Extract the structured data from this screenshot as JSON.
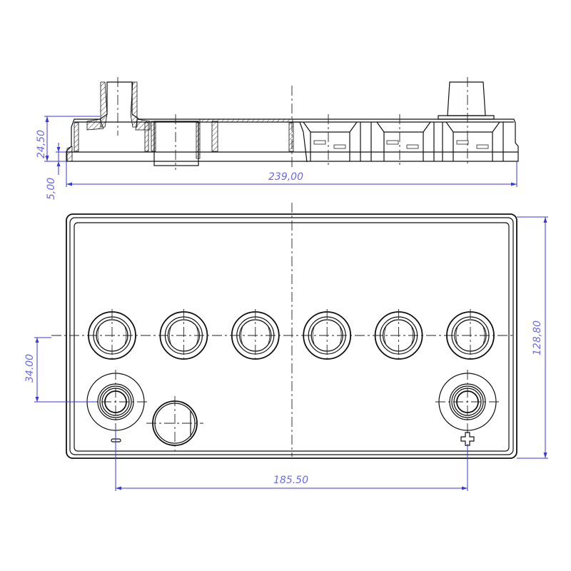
{
  "drawing": {
    "title": "Battery lid technical drawing",
    "dimension_color": "#3a3ad8",
    "line_color": "#111111"
  },
  "dimensions": {
    "overall_height": "24,50",
    "rim_height": "5,00",
    "overall_length": "239,00",
    "overall_width": "128,80",
    "terminal_offset": "34.00",
    "terminal_spacing": "185.50"
  },
  "symbols": {
    "negative": "minus-sign",
    "positive": "plus-sign"
  },
  "cells": 6,
  "terminals": 2,
  "vents": 1
}
